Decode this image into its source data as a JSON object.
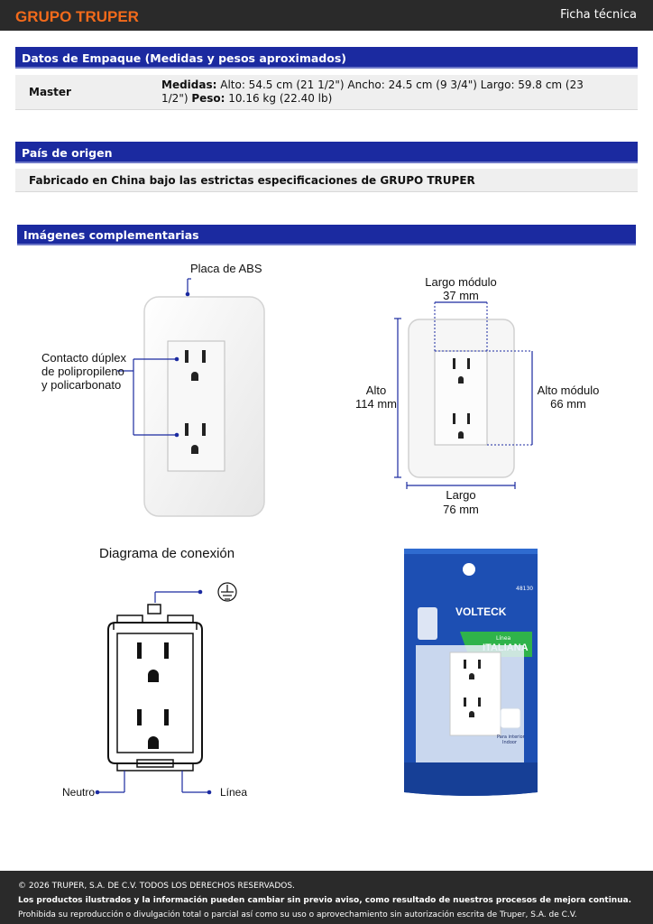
{
  "header": {
    "brand": "GRUPO TRUPER",
    "doc_type": "Ficha técnica"
  },
  "packaging": {
    "title": "Datos de Empaque (Medidas y pesos aproximados)",
    "row_label": "Master",
    "measures_label": "Medidas:",
    "measures_text": " Alto: 54.5 cm (21 1/2\") Ancho: 24.5 cm (9 3/4\") Largo: 59.8 cm (23 1/2\") ",
    "weight_label": "Peso:",
    "weight_text": " 10.16 kg (22.40 lb)"
  },
  "origin": {
    "title": "País de origen",
    "text": "Fabricado en China bajo las estrictas especificaciones de GRUPO TRUPER"
  },
  "images": {
    "title": "Imágenes complementarias",
    "product": {
      "plate_label": "Placa de ABS",
      "contact_label": [
        "Contacto dúplex",
        "de polipropileno",
        "y policarbonato"
      ]
    },
    "dimensions": {
      "module_width_label": [
        "Largo módulo",
        "37 mm"
      ],
      "height_label": [
        "Alto",
        "114 mm"
      ],
      "module_height_label": [
        "Alto módulo",
        "66 mm"
      ],
      "width_label": [
        "Largo",
        "76 mm"
      ]
    },
    "wiring": {
      "title": "Diagrama de conexión",
      "neutral_label": "Neutro",
      "line_label": "Línea"
    },
    "package": {
      "code": "48130",
      "brand": "VOLTECK",
      "line_small": "Línea",
      "line_big": "ITALIANA",
      "indoor": "Para interior",
      "indoor2": "Indoor"
    }
  },
  "footer": {
    "copyright": "© 2026 TRUPER, S.A. DE C.V. TODOS LOS DERECHOS RESERVADOS.",
    "notice": "Los productos ilustrados y la información pueden cambiar sin previo aviso, como resultado de nuestros procesos de mejora continua.",
    "prohibition": "Prohibida su reproducción o divulgación total o parcial así como su uso o aprovechamiento sin autorización escrita de Truper, S.A. de C.V."
  }
}
